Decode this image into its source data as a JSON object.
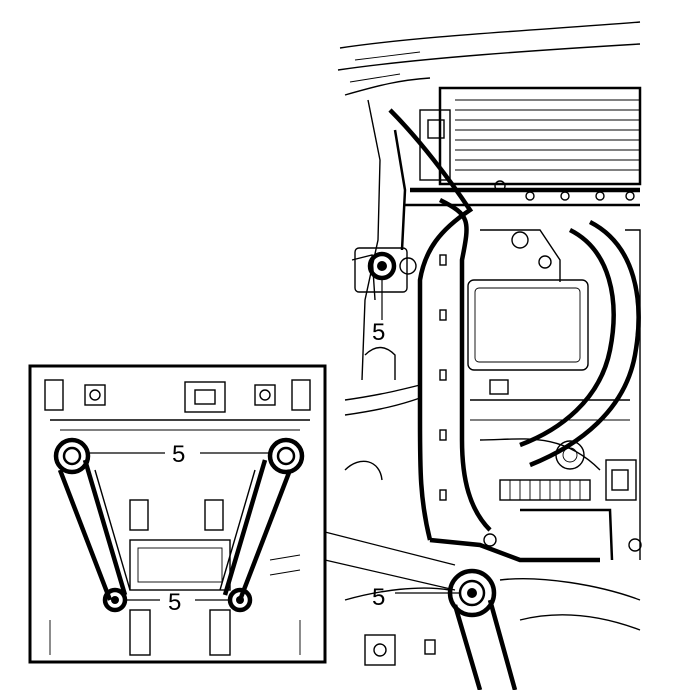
{
  "diagram": {
    "callouts": {
      "upper_left_bushing": "5",
      "inset_upper": "5",
      "inset_lower": "5",
      "lower_right_bushing": "5"
    },
    "icons": [
      "bolt-icon",
      "bushing-icon",
      "control-arm-icon"
    ]
  }
}
